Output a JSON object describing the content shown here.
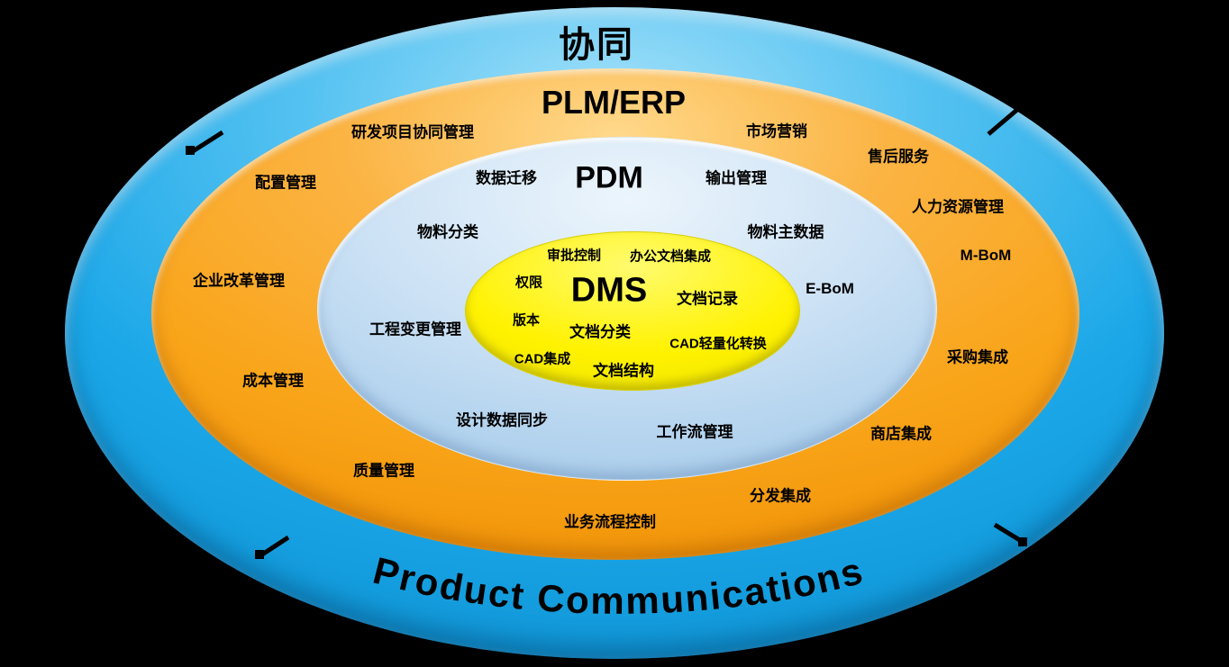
{
  "diagram": {
    "collaboration_label": "协同",
    "bottom_text": "Product Communications",
    "plm": {
      "label": "PLM/ERP",
      "items": [
        "研发项目协同管理",
        "市场营销",
        "售后服务",
        "配置管理",
        "人力资源管理",
        "M-BoM",
        "企业改革管理",
        "采购集成",
        "成本管理",
        "商店集成",
        "质量管理",
        "分发集成",
        "业务流程控制"
      ]
    },
    "pdm": {
      "label": "PDM",
      "items": [
        "数据迁移",
        "输出管理",
        "物料分类",
        "物料主数据",
        "工程变更管理",
        "E-BoM",
        "设计数据同步",
        "工作流管理"
      ]
    },
    "dms": {
      "label": "DMS",
      "items": [
        "审批控制",
        "办公文档集成",
        "权限",
        "文档记录",
        "版本",
        "文档分类",
        "CAD轻量化转换",
        "CAD集成",
        "文档结构"
      ]
    }
  },
  "colors": {
    "background": "#000000",
    "collaboration_ring": "#1BA7E8",
    "plm_ring": "#F9A51A",
    "pdm_ring": "#B3D3EE",
    "dms_ring": "#FFF200",
    "text": "#000000"
  }
}
